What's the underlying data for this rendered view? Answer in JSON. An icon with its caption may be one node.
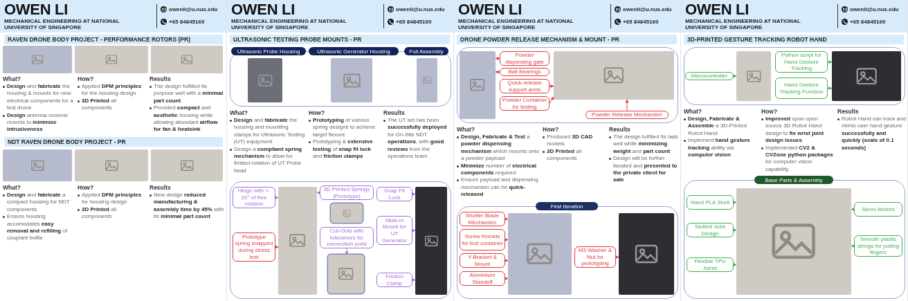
{
  "diagram": {
    "nodes": [
      {
        "text": [
          "RAVEN DRONE BODY PROJECT - PERFORMANCE ROTORS (PR)"
        ]
      },
      {
        "text": [
          "NDT RAVEN DRONE BODY PROJECT - PR"
        ]
      },
      {
        "text": [
          "ULTRASONIC TESTING PROBE MOUNTS - PR"
        ]
      },
      {
        "text": [
          "Ultrasonic Probe Housing"
        ]
      },
      {
        "text": [
          "Ultrasonic Generator Housing"
        ]
      },
      {
        "text": [
          "Full Assembly"
        ]
      },
      {
        "text": [
          "Hinge with +- 20° of free rotation"
        ]
      },
      {
        "text": [
          "3D Printed Springs (Prototype)"
        ]
      },
      {
        "text": [
          "Prototype spring snapped during stress test"
        ]
      },
      {
        "text": [
          "Snap Fit Lock"
        ]
      },
      {
        "text": [
          "Slide-in Mount for UT Generator"
        ]
      },
      {
        "text": [
          "Cut-Outs with tolerances for connection ports"
        ]
      },
      {
        "text": [
          "Friction Clamp"
        ]
      },
      {
        "text": [],
        "shape": "picture"
      },
      {
        "text": [],
        "shape": "picture"
      },
      {
        "text": [],
        "shape": "picture"
      },
      {
        "text": [
          "DRONE POWDER RELEASE MECHANISM & MOUNT - PR"
        ]
      },
      {
        "text": [
          "Powder dispensing gate"
        ]
      },
      {
        "text": [
          "Ball Bearings"
        ]
      },
      {
        "text": [
          "Quick-release support arms"
        ]
      },
      {
        "text": [
          "Powder Container for testing"
        ]
      },
      {
        "text": [
          "Powder Release Mechanism"
        ]
      },
      {
        "text": [],
        "shape": "picture"
      },
      {
        "text": [],
        "shape": "picture"
      },
      {
        "text": [
          "First Iteration"
        ]
      },
      {
        "text": [
          "Shutter Blade Mechanism"
        ]
      },
      {
        "text": [
          "Screw threads for test container"
        ]
      },
      {
        "text": [
          "Y-Bracket & Mount"
        ]
      },
      {
        "text": [
          "Aluminium Standoff"
        ]
      },
      {
        "text": [
          "M3 Washer & Nut for prototyping"
        ]
      },
      {
        "text": [],
        "shape": "picture"
      },
      {
        "text": [],
        "shape": "picture"
      },
      {
        "text": [
          "3D-PRINTED GESTURE TRACKING ROBOT HAND"
        ]
      },
      {
        "text": [
          "Microcontroller"
        ]
      },
      {
        "text": [
          "Python script for Hand Gesture Tracking"
        ]
      },
      {
        "text": [
          "Hand Gesture Tracking Function"
        ]
      },
      {
        "text": [],
        "shape": "picture"
      },
      {
        "text": [],
        "shape": "picture"
      },
      {
        "text": [
          "Base Parts & Assembly"
        ]
      },
      {
        "text": [
          "Hand PLA Shell"
        ]
      },
      {
        "text": [
          "Slotted Joint Design"
        ]
      },
      {
        "text": [
          "Servo Motors"
        ]
      },
      {
        "text": [
          "Flexible TPU Joints"
        ]
      },
      {
        "text": [
          "Smooth plastic strings for pulling fingers"
        ]
      },
      {
        "text": [],
        "shape": "picture"
      },
      {
        "text": [],
        "shape": "picture"
      },
      {
        "text": [],
        "shape": "picture"
      },
      {
        "text": [],
        "shape": "picture"
      },
      {
        "text": [],
        "shape": "picture"
      },
      {
        "text": [],
        "shape": "picture"
      },
      {
        "text": [],
        "shape": "picture"
      },
      {
        "text": [],
        "shape": "picture"
      },
      {
        "text": [],
        "shape": "picture"
      },
      {
        "text": [],
        "shape": "picture"
      },
      {
        "text": [],
        "shape": "picture"
      }
    ],
    "edges": [
      {
        "from": 6,
        "to": 13,
        "arrow": "to",
        "color": "#a36fd9"
      },
      {
        "from": 7,
        "to": 13,
        "arrow": "to",
        "color": "#a36fd9"
      },
      {
        "from": 8,
        "to": 13,
        "arrow": "to"
      },
      {
        "from": 9,
        "to": 15,
        "arrow": "to",
        "color": "#a36fd9"
      },
      {
        "from": 10,
        "to": 15,
        "arrow": "to",
        "color": "#a36fd9"
      },
      {
        "from": 11,
        "to": 14,
        "arrow": "to",
        "color": "#a36fd9"
      },
      {
        "from": 12,
        "to": 15,
        "arrow": "to",
        "color": "#a36fd9"
      },
      {
        "from": 17,
        "to": 22,
        "arrow": "to"
      },
      {
        "from": 18,
        "to": 22,
        "arrow": "to"
      },
      {
        "from": 19,
        "to": 23,
        "arrow": "to"
      },
      {
        "from": 20,
        "to": 23,
        "arrow": "to"
      },
      {
        "from": 21,
        "to": 23,
        "arrow": "to"
      },
      {
        "from": 25,
        "to": 30,
        "arrow": "to"
      },
      {
        "from": 26,
        "to": 30,
        "arrow": "to"
      },
      {
        "from": 27,
        "to": 30,
        "arrow": "to"
      },
      {
        "from": 28,
        "to": 30,
        "arrow": "to"
      },
      {
        "from": 29,
        "to": 31,
        "arrow": "to"
      },
      {
        "from": 33,
        "to": 36,
        "arrow": "to",
        "color": "#3fae4f"
      },
      {
        "from": 34,
        "to": 37,
        "arrow": "to",
        "color": "#3fae4f"
      },
      {
        "from": 35,
        "to": 37,
        "arrow": "to",
        "color": "#3fae4f"
      },
      {
        "from": 39,
        "to": 44,
        "arrow": "to",
        "color": "#3fae4f"
      },
      {
        "from": 40,
        "to": 44,
        "arrow": "to",
        "color": "#3fae4f"
      },
      {
        "from": 41,
        "to": 44,
        "arrow": "to",
        "color": "#3fae4f"
      },
      {
        "from": 42,
        "to": 44,
        "arrow": "to",
        "color": "#3fae4f"
      },
      {
        "from": 43,
        "to": 44,
        "arrow": "to",
        "color": "#3fae4f"
      }
    ],
    "labels": [
      "OWEN LI",
      "MECHANICAL ENGINEERING AT NATIONAL UNIVERSITY OF SINGAPORE",
      "owenli@u.nus.edu",
      "+65 84845160",
      "What?",
      "**Design** and **fabricate** the housing & mounts for new electrical components for a test drone",
      "**Design** antenna receiver mounts to **minimize intrusiveness**",
      "How?",
      "Applied **DFM principles** for the housing design",
      "**3D Printed** all components",
      "Results",
      "The design fulfilled its purpose well with a **minimal part count**",
      "Provided **compact** and **aesthetic** housing while allowing abundant **airflow for fan & heatsink**",
      "What?",
      "**Design** and **fabricate** a compact housing for NDT components",
      "Ensure housing accomodates **easy removal and refilling** of couplant bottle",
      "How?",
      "Applied **DFM principles** for housing design",
      "**3D Printed** all components",
      "Results",
      "New design **reduced manufacturing & assembly time by 45%** with its **minimal part count**",
      "OWEN LI",
      "MECHANICAL ENGINEERING AT NATIONAL UNIVERSITY OF SINGAPORE",
      "owenli@u.nus.edu",
      "+65 84845160",
      "What?",
      "**Design** and **fabricate** the housing and mounting clamps for Ultrasonic Testing (UT) equipment",
      "Design a **compliant spring mechanism** to allow for limited rotation of UT Probe head",
      "How?",
      "**Prototyping** of various spring designs to achieve target flexure",
      "Prototyping & **extensive testing** of **snap fit lock** and **friction clamps**",
      "Results",
      "The UT set has been **successfully deployed** for On-Site NDT **operations**, with **good reviews** from the operations team",
      "OWEN LI",
      "MECHANICAL ENGINEERING AT NATIONAL UNIVERSITY OF SINGAPORE",
      "owenli@u.nus.edu",
      "+65 84845160",
      "What?",
      "**Design, Fabricate & Test** a **powder dispensing mechanism** which mounts onto a powder payload",
      "**Minimize** number of **electrical components** required",
      "Ensure payload and dispensing mechanism can be **quick-released**",
      "How?",
      "Produced **3D CAD** models",
      "**3D Printed** all components",
      "Results",
      "The design fulfilled its task well while **minimizing weight** and **part count**",
      "Design will be further iterated and **presented to the private client for sale**",
      "OWEN LI",
      "MECHANICAL ENGINEERING AT NATIONAL UNIVERSITY OF SINGAPORE",
      "owenli@u.nus.edu",
      "+65 84845160",
      "What?",
      "**Design, Fabricate & Assemble** a 3D-Printed Robot Hand",
      "Implement **hand gesture tracking** ability via **computer vision**",
      "How?",
      "**Improved** upon open source 3D Robot Hand design to **fix wrist joint design issues**",
      "Implemented **CV2 & CVZone python packages** for computer vision capability",
      "Results",
      "Robot Hand can track and mimic user hand gesture **successfully and quickly (scale of 0.1 seconds)**"
    ]
  }
}
